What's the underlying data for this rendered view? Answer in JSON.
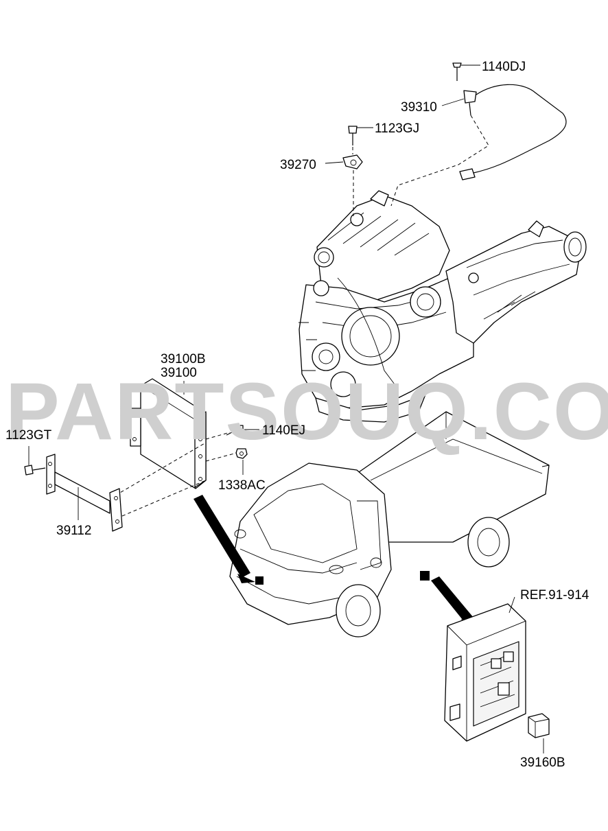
{
  "watermark": "PARTSOUQ.COM",
  "callouts": {
    "p1140DJ": "1140DJ",
    "p39310": "39310",
    "p1123GJ": "1123GJ",
    "p39270": "39270",
    "p39100B": "39100B",
    "p39100": "39100",
    "p1140EJ": "1140EJ",
    "p1123GT": "1123GT",
    "p1338AC": "1338AC",
    "p39112": "39112",
    "ref": "REF.91-914",
    "p39160B": "39160B"
  }
}
